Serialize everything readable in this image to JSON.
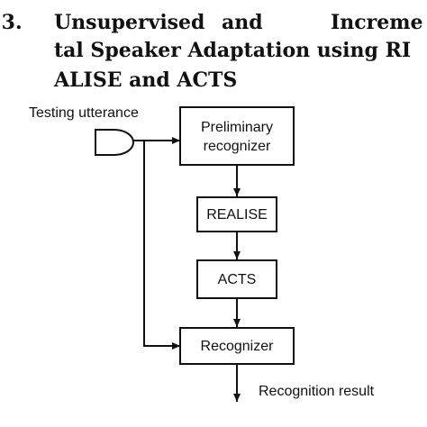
{
  "heading": {
    "number": ".3.",
    "line1_word1": "Unsupervised",
    "line1_word2": "and",
    "line1_word3": "Increme",
    "line2": "tal Speaker Adaptation using RI",
    "line3": "ALISE and ACTS"
  },
  "diagram": {
    "input_label": "Testing utterance",
    "box_preliminary_line1": "Preliminary",
    "box_preliminary_line2": "recognizer",
    "box_realise": "REALISE",
    "box_acts": "ACTS",
    "box_recognizer": "Recognizer",
    "output_label": "Recognition result"
  }
}
